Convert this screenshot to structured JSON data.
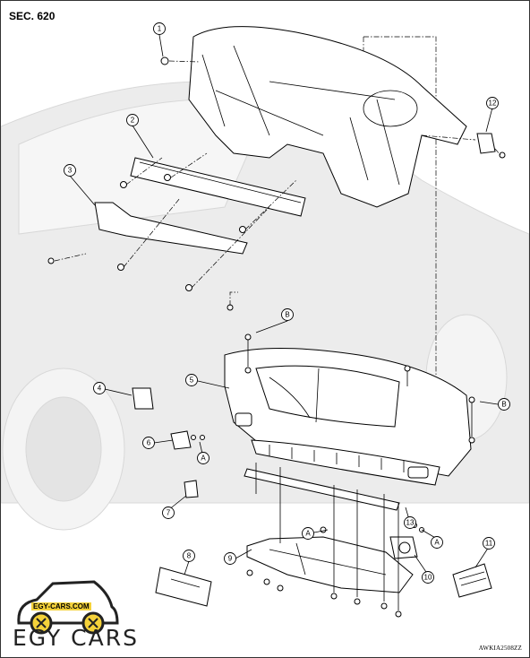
{
  "section_label": "SEC. 620",
  "drawing_code": "AWKIA2508ZZ",
  "callouts": [
    "1",
    "2",
    "3",
    "4",
    "5",
    "6",
    "7",
    "8",
    "9",
    "10",
    "11",
    "12",
    "13"
  ],
  "refs": [
    "A",
    "B"
  ],
  "watermark": {
    "url": "EGY-CARS.COM",
    "brand": "EGY CARS"
  }
}
